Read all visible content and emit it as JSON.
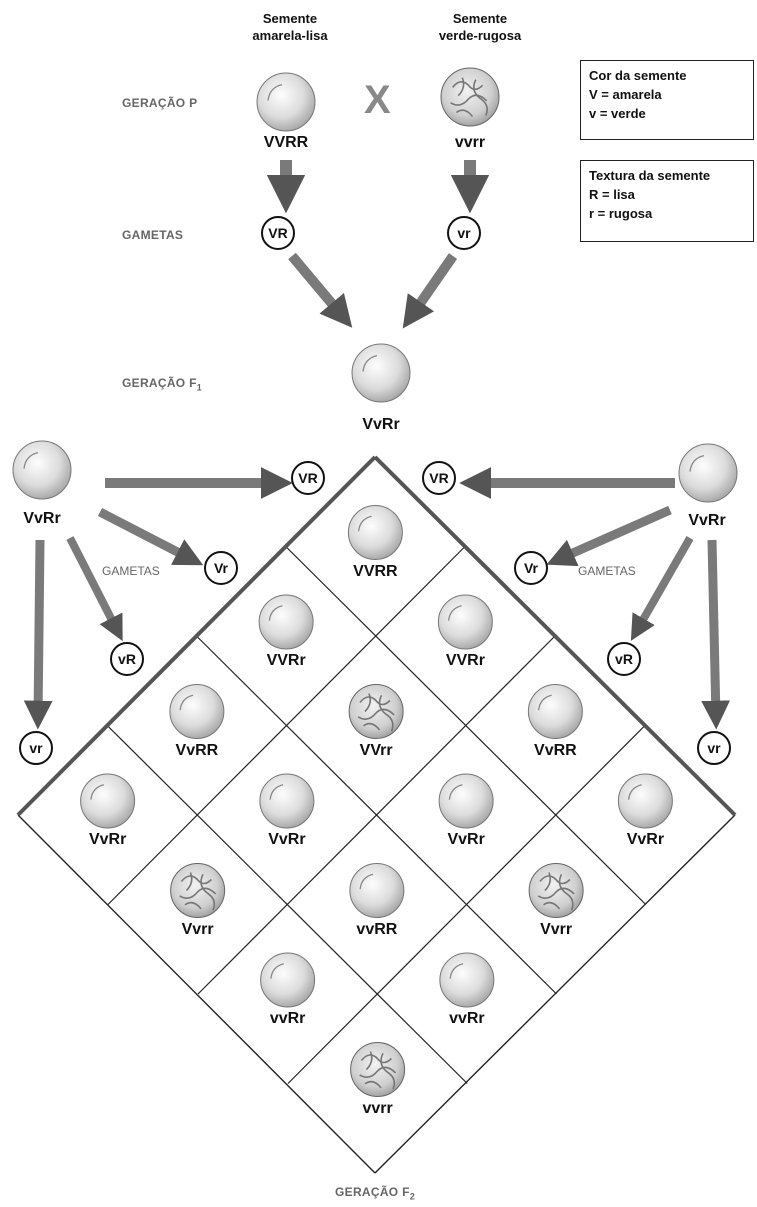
{
  "parents": {
    "left_caption": [
      "Semente",
      "amarela-lisa"
    ],
    "right_caption": [
      "Semente",
      "verde-rugosa"
    ],
    "cross_symbol": "X",
    "left_genotype": "VVRR",
    "right_genotype": "vvrr"
  },
  "labels": {
    "geracao_p": "GERAÇÃO P",
    "gametas_top": "GAMETAS",
    "geracao_f1": "GERAÇÃO F",
    "geracao_f1_sub": "1",
    "gametas_side": "GAMETAS",
    "geracao_f2": "GERAÇÃO F",
    "geracao_f2_sub": "2"
  },
  "legend": {
    "color": {
      "title": "Cor da semente",
      "lines": [
        "V = amarela",
        "v = verde"
      ]
    },
    "texture": {
      "title": "Textura da semente",
      "lines": [
        "R = lisa",
        "r = rugosa"
      ]
    }
  },
  "top_gametes": [
    "VR",
    "vr"
  ],
  "f1": {
    "genotype": "VvRr"
  },
  "side_parents": {
    "left": "VvRr",
    "right": "VvRr"
  },
  "side_gametes": [
    "VR",
    "Vr",
    "vR",
    "vr"
  ],
  "grid": [
    [
      {
        "g": "VVRR",
        "t": "smooth"
      },
      {
        "g": "VVRr",
        "t": "smooth"
      },
      {
        "g": "VvRR",
        "t": "smooth"
      },
      {
        "g": "VvRr",
        "t": "smooth"
      }
    ],
    [
      {
        "g": "VVRr",
        "t": "smooth"
      },
      {
        "g": "VVrr",
        "t": "wrinkled"
      },
      {
        "g": "VvRr",
        "t": "smooth"
      },
      {
        "g": "Vvrr",
        "t": "wrinkled"
      }
    ],
    [
      {
        "g": "VvRR",
        "t": "smooth"
      },
      {
        "g": "VvRr",
        "t": "smooth"
      },
      {
        "g": "vvRR",
        "t": "smooth"
      },
      {
        "g": "vvRr",
        "t": "smooth"
      }
    ],
    [
      {
        "g": "VvRr",
        "t": "smooth"
      },
      {
        "g": "Vvrr",
        "t": "wrinkled"
      },
      {
        "g": "vvRr",
        "t": "smooth"
      },
      {
        "g": "vvrr",
        "t": "wrinkled"
      }
    ]
  ],
  "icons": {
    "smooth": "smooth-pea-icon",
    "wrinkled": "wrinkled-pea-icon"
  }
}
